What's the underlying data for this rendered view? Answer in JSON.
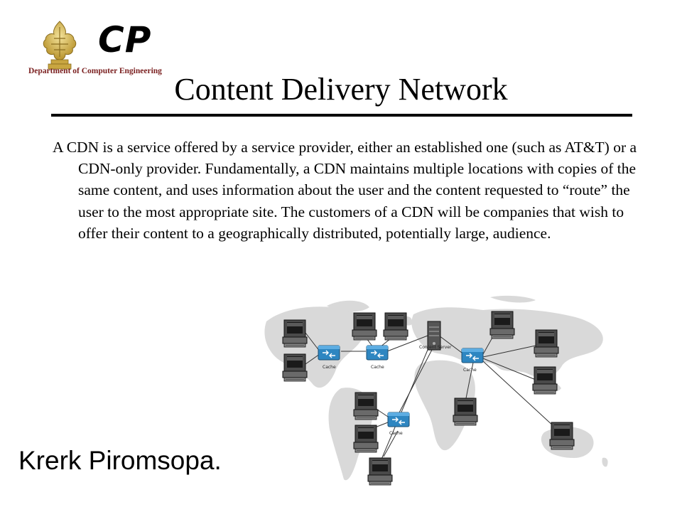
{
  "logo": {
    "abbrev": "CP",
    "department": "Department of Computer Engineering",
    "emblem": "university-emblem-icon"
  },
  "slide": {
    "title": "Content Delivery Network",
    "body": "A CDN is a service offered by a service provider, either an established one (such as AT&T) or a CDN-only provider. Fundamentally, a CDN maintains multiple locations with copies of the same content, and uses information about the user and the content requested to “route” the user to the most appropriate site. The customers of a CDN will be companies that wish to offer their content to a geographically distributed, potentially large, audience.",
    "author": "Krerk Piromsopa."
  },
  "diagram": {
    "cache_label": "Cache",
    "server_label": "Content Server",
    "colors": {
      "cache": "#2e86c1",
      "map": "#d9d9d9",
      "link": "#333333"
    }
  }
}
